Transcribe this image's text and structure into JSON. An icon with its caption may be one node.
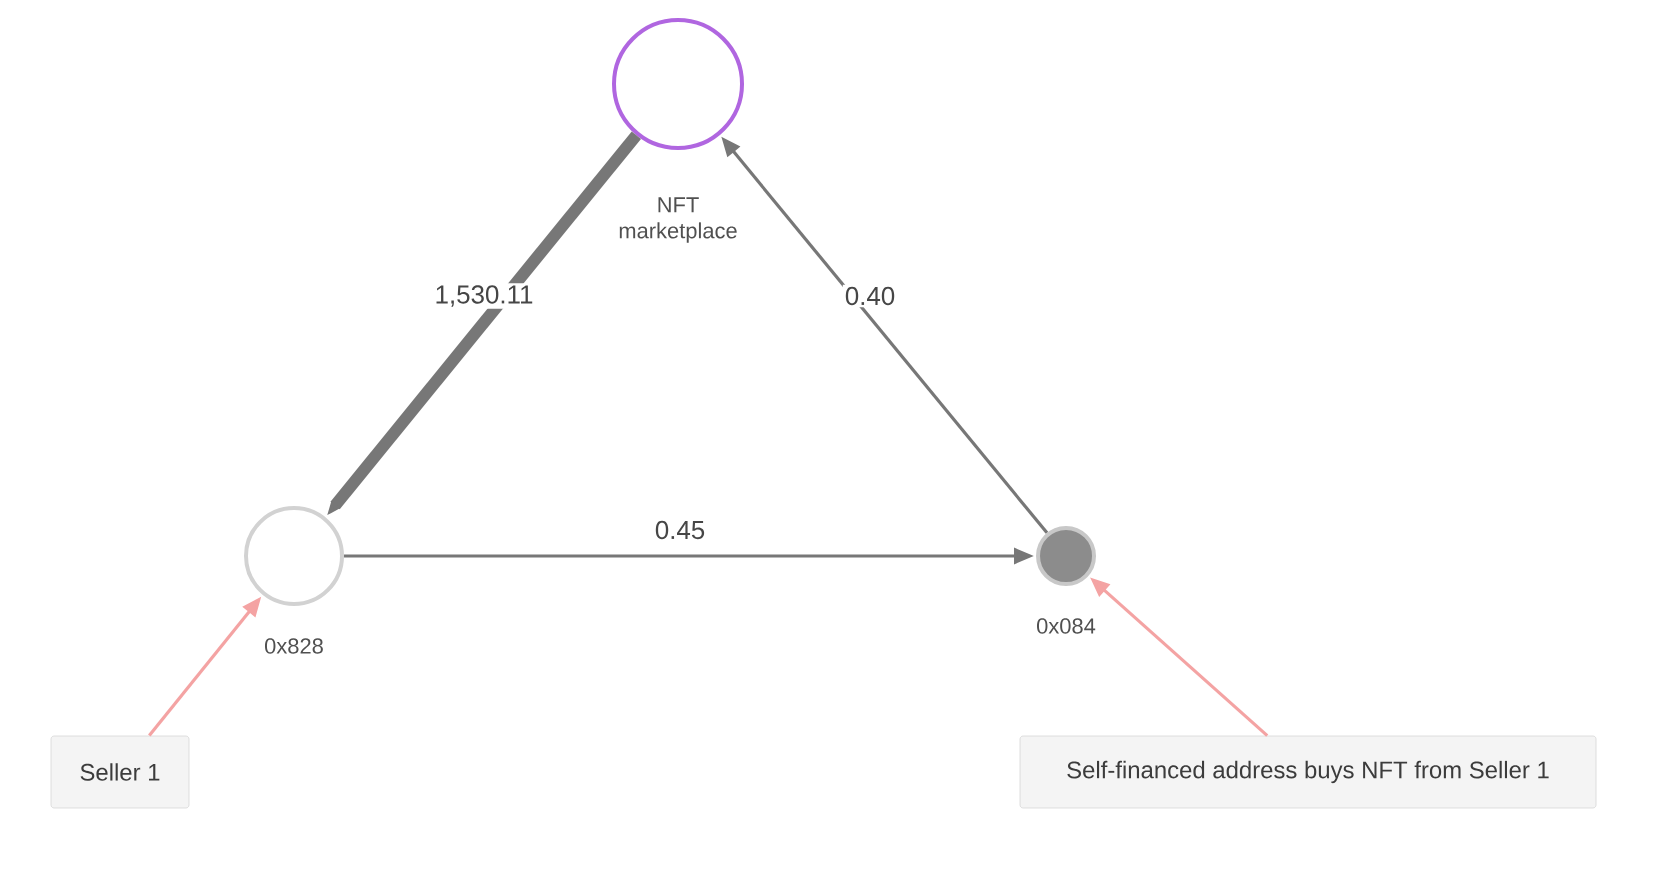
{
  "diagram": {
    "nodes": [
      {
        "text": [],
        "shape": "circle",
        "beside": [
          "NFT marketplace"
        ]
      },
      {
        "text": [],
        "shape": "circle",
        "beside": [
          "0x828"
        ]
      },
      {
        "text": [],
        "shape": "circle",
        "beside": [
          "0x084"
        ]
      },
      {
        "text": [
          "Seller 1"
        ]
      },
      {
        "text": [
          "Self-financed address buys NFT from Seller 1"
        ]
      }
    ],
    "edges": [
      {
        "from": 0,
        "to": 1,
        "arrow": "to",
        "label": "1,530.11",
        "style": "thick"
      },
      {
        "from": 1,
        "to": 2,
        "arrow": "to",
        "label": "0.45"
      },
      {
        "from": 2,
        "to": 0,
        "arrow": "to",
        "label": "0.40"
      },
      {
        "from": 3,
        "to": 1,
        "arrow": "to",
        "color": "#f4a3a3"
      },
      {
        "from": 4,
        "to": 2,
        "arrow": "to",
        "color": "#f4a3a3"
      }
    ]
  }
}
